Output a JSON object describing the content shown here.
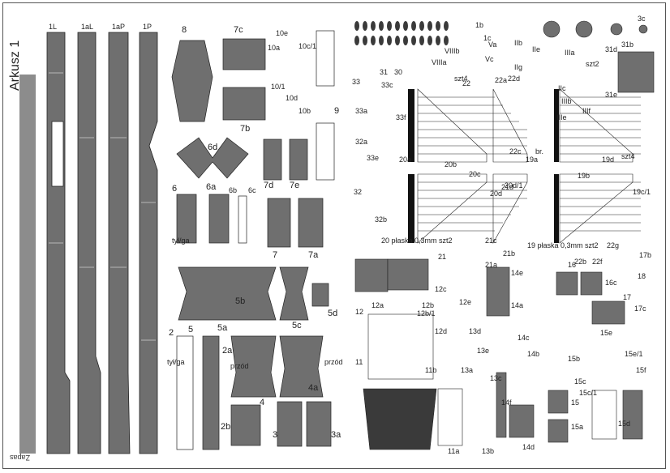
{
  "sheet": {
    "title": "Arkusz 1",
    "reserve_label": "Zapas",
    "colors": {
      "part_fill": "#6f6f6f",
      "dark_fill": "#3a3a3a",
      "line": "#222222",
      "paper": "#ffffff",
      "band": "#8c8c8c"
    }
  },
  "frames": {
    "labels": [
      "1L",
      "1aL",
      "1aP",
      "1P"
    ]
  },
  "parts_left": {
    "labels": [
      "8",
      "7c",
      "10e",
      "10a",
      "10c/1",
      "10d",
      "10/1",
      "10b",
      "7b",
      "9",
      "6d",
      "6",
      "6a",
      "6b",
      "6c",
      "7d",
      "7e",
      "7",
      "7a",
      "5b",
      "5",
      "5a",
      "5c",
      "5d",
      "2",
      "2a",
      "4",
      "4a",
      "2b",
      "3",
      "3a"
    ],
    "texts": [
      "tył/ga",
      "przód",
      "przód",
      "tył/ga"
    ]
  },
  "parts_right": {
    "labels": [
      "31",
      "30",
      "33c",
      "33f",
      "33",
      "33a",
      "33e",
      "32a",
      "32",
      "32b",
      "20a",
      "20b",
      "20c",
      "20d",
      "20d/1",
      "22c",
      "19d",
      "19b",
      "19c/1",
      "19a",
      "1c",
      "1b",
      "VIIIb",
      "VIIIa",
      "Vc",
      "Va",
      "IIIa",
      "IIIb",
      "IIIe",
      "IIIf",
      "IIc",
      "IIb",
      "IIg",
      "IIe",
      "3c",
      "31b",
      "31d",
      "31e",
      "12",
      "12a",
      "12b",
      "12b/1",
      "12c",
      "12d",
      "12e",
      "11",
      "11a",
      "11b",
      "13b",
      "13a",
      "13d",
      "13e",
      "13c",
      "14e",
      "14a",
      "14b",
      "14c",
      "14d",
      "14f",
      "15",
      "15a",
      "15b",
      "15c",
      "15c/1",
      "15d",
      "15e",
      "15f",
      "15e/1",
      "16",
      "16c",
      "17",
      "17b",
      "17c",
      "18",
      "21",
      "21a",
      "21b",
      "21c",
      "21d",
      "22",
      "22a",
      "22b",
      "22d",
      "22f",
      "22g"
    ],
    "texts": [
      "20 płaska 0,3mm szt2",
      "19 płaska 0,3mm szt2",
      "szt4",
      "szt2",
      "br.",
      "szt4"
    ]
  }
}
